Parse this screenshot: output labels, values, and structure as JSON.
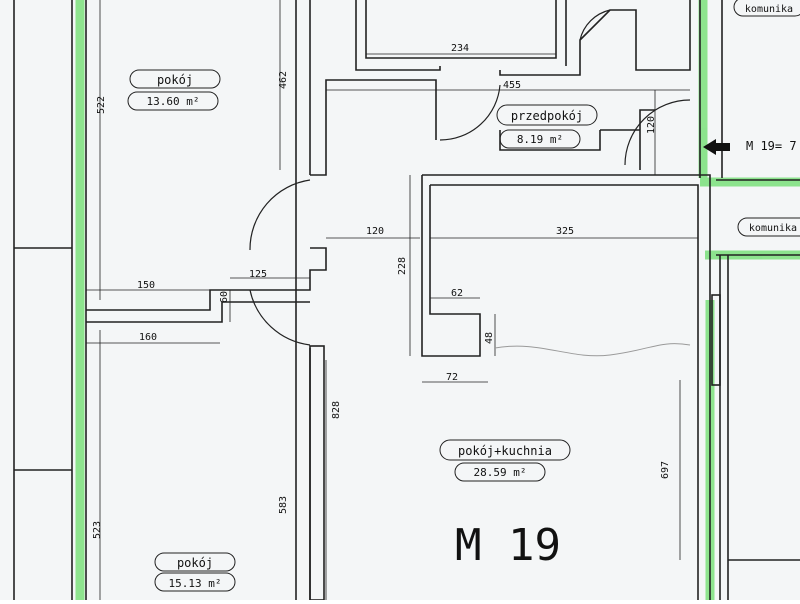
{
  "colors": {
    "paper": "#f4f6f7",
    "ink": "#222222",
    "highlight": "#7be07b",
    "pencil": "#9a9a9a"
  },
  "icons": {
    "arrow": "arrow-left-icon"
  },
  "rooms": [
    {
      "name": "pokój",
      "area": "13.60 m²"
    },
    {
      "name": "przedpokój",
      "area": "8.19 m²"
    },
    {
      "name": "pokój+kuchnia",
      "area": "28.59 m²"
    },
    {
      "name": "pokój",
      "area": "15.13 m²"
    }
  ],
  "labels": {
    "komunika_top": "komunika",
    "komunika_right": "komunika",
    "m19_ref": "M 19= 7",
    "unit_title": "M 19"
  },
  "dimensions": [
    "234",
    "462",
    "522",
    "455",
    "120",
    "120",
    "325",
    "125",
    "150",
    "60",
    "228",
    "62",
    "48",
    "160",
    "72",
    "828",
    "583",
    "697",
    "523"
  ]
}
